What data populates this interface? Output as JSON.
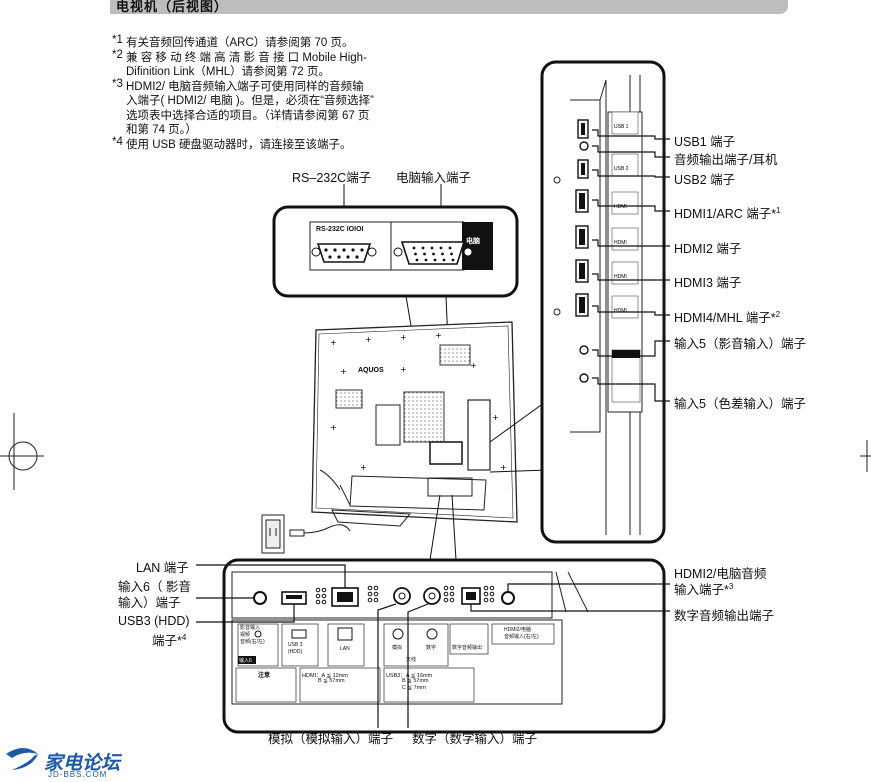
{
  "section_title": "电视机（后视图）",
  "notes": [
    {
      "mark": "*1",
      "lines": [
        "有关音频回传通道（ARC）请参阅第 70 页。"
      ]
    },
    {
      "mark": "*2",
      "lines": [
        "兼 容 移 动 终 端 高 清 影 音 接 口 Mobile High-",
        "Difinition Link（MHL）请参阅第 72 页。"
      ]
    },
    {
      "mark": "*3",
      "lines": [
        "HDMI2/ 电脑音频输入端子可使用同样的音频输",
        "入端子( HDMI2/ 电脑 )。但是，必须在“音频选择”",
        "选项表中选择合适的项目。（详情请参阅第 67 页",
        "和第 74 页。）"
      ]
    },
    {
      "mark": "*4",
      "lines": [
        "使用 USB 硬盘驱动器时，请连接至该端子。"
      ]
    }
  ],
  "top_labels": {
    "rs232c": "RS–232C端子",
    "pc_input": "电脑输入端子"
  },
  "top_panel": {
    "rs232c_tag": "RS-232C IOIOI",
    "pc_tag": "电脑"
  },
  "tv_logo": "AQUOS",
  "right_labels": [
    {
      "text": "USB1 端子",
      "sup": ""
    },
    {
      "text": "音频输出端子/耳机",
      "sup": ""
    },
    {
      "text": "USB2 端子",
      "sup": ""
    },
    {
      "text": "HDMI1/ARC 端子*",
      "sup": "1"
    },
    {
      "text": "HDMI2 端子",
      "sup": ""
    },
    {
      "text": "HDMI3 端子",
      "sup": ""
    },
    {
      "text": "HDMI4/MHL 端子*",
      "sup": "2"
    },
    {
      "text": "输入5（影音输入）端子",
      "sup": ""
    },
    {
      "text": "输入5（色差输入）端子",
      "sup": ""
    }
  ],
  "side_panel_tags": [
    "USB 1",
    "USB 2",
    "HDMI",
    "HDMI",
    "HDMI",
    "HDMI"
  ],
  "left_labels": {
    "lan": "LAN 端子",
    "input6_a": "输入6（ 影音",
    "input6_b": "输入）端子",
    "usb3_a": "USB3 (HDD)",
    "usb3_b": "端子*",
    "usb3_sup": "4"
  },
  "right_bottom_labels": {
    "hdmi2pc_a": "HDMI2/电脑音频",
    "hdmi2pc_b": "输入端子*",
    "hdmi2pc_sup": "3",
    "digital_audio": "数字音频输出端子"
  },
  "bottom_labels": {
    "analog": "模拟（模拟输入）端子",
    "digital": "数字（数字输入）端子"
  },
  "bottom_panel": {
    "av_in": "影音输入",
    "video": "视频",
    "audio": "音频(右/左)",
    "input6": "输入6",
    "usb3": "USB 3",
    "hdd": "(HDD)",
    "lan": "LAN",
    "analog": "模拟",
    "digital": "数字",
    "antenna": "天线",
    "digital_audio": "数字音频输出",
    "hdmi2_pc": "HDMI2/电脑",
    "hdmi2_audio": "音频输入(右/左)",
    "caution": "注意",
    "hdmi_a": "HDMI：A ≦ 12mm",
    "hdmi_b": "B ≦ 57mm",
    "usb3_a": "USB3：A ≦ 16mm",
    "usb3_b": "B ≦ 57mm",
    "usb3_c": "C ≦ 7mm"
  },
  "site_logo": {
    "name": "家电论坛",
    "url": "JD-BBS.COM"
  }
}
